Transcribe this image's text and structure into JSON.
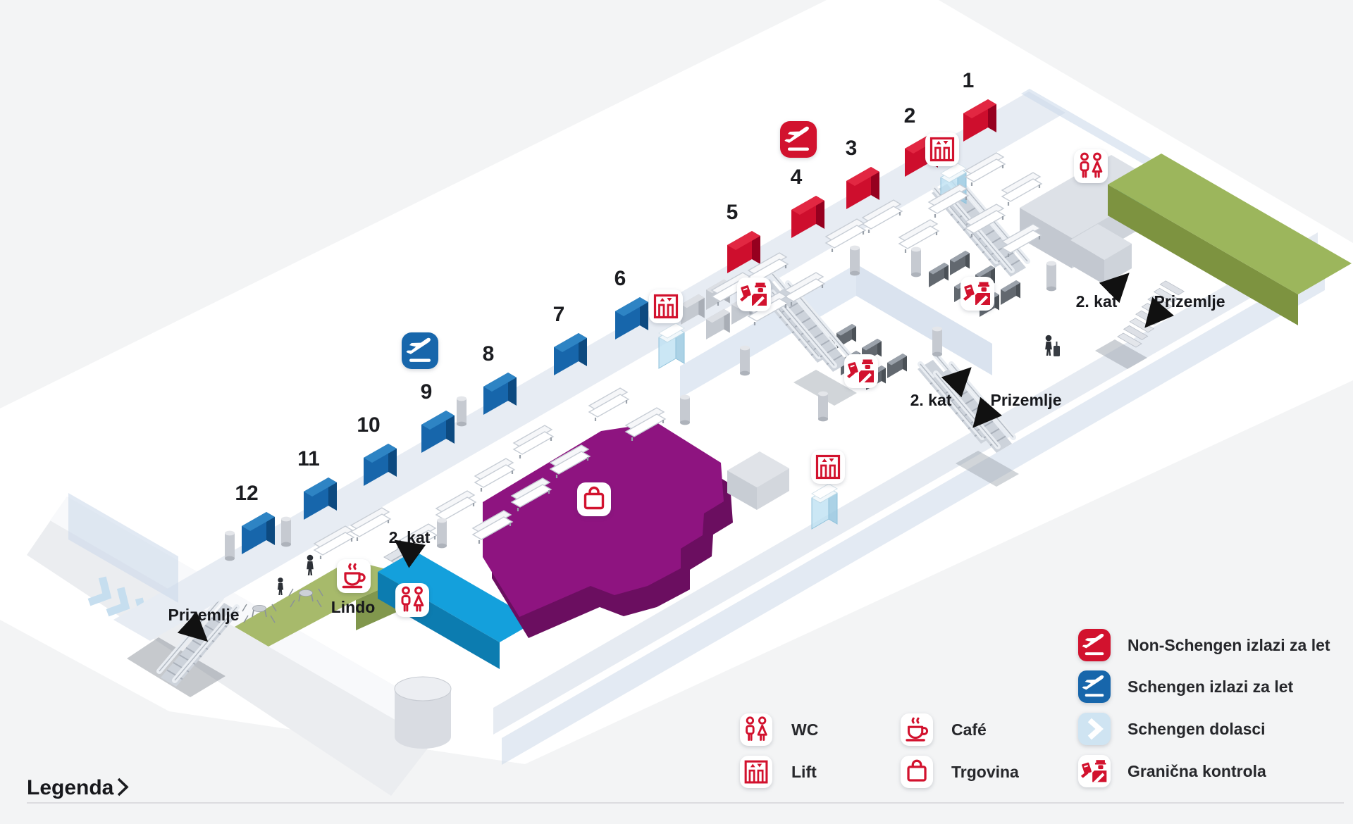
{
  "map": {
    "gates": [
      {
        "number": "1",
        "zone": "Non-Schengen"
      },
      {
        "number": "2",
        "zone": "Non-Schengen"
      },
      {
        "number": "3",
        "zone": "Non-Schengen"
      },
      {
        "number": "4",
        "zone": "Non-Schengen"
      },
      {
        "number": "5",
        "zone": "Non-Schengen"
      },
      {
        "number": "6",
        "zone": "Schengen"
      },
      {
        "number": "7",
        "zone": "Schengen"
      },
      {
        "number": "8",
        "zone": "Schengen"
      },
      {
        "number": "9",
        "zone": "Schengen"
      },
      {
        "number": "10",
        "zone": "Schengen"
      },
      {
        "number": "11",
        "zone": "Schengen"
      },
      {
        "number": "12",
        "zone": "Schengen"
      }
    ],
    "labels": {
      "second_floor": "2. kat",
      "ground_floor": "Prizemlje",
      "cafe_name": "Lindo"
    },
    "icons": {
      "plane_red": "departures-non-schengen",
      "plane_blue": "departures-schengen",
      "wc": "toilets",
      "lift": "elevator",
      "passport": "border-control",
      "cafe": "coffee",
      "bag": "shop"
    }
  },
  "legend": {
    "title": "Legenda",
    "chevron": "›",
    "facility_items": [
      {
        "id": "wc",
        "label": "WC"
      },
      {
        "id": "lift",
        "label": "Lift"
      },
      {
        "id": "cafe",
        "label": "Café"
      },
      {
        "id": "shop",
        "label": "Trgovina"
      }
    ],
    "zone_items": [
      {
        "id": "non-schengen-departures",
        "label": "Non-Schengen izlazi za let",
        "color": "#d2122e"
      },
      {
        "id": "schengen-departures",
        "label": "Schengen izlazi za let",
        "color": "#1766ab"
      },
      {
        "id": "schengen-arrivals",
        "label": "Schengen dolasci",
        "color": "#cfe4f2"
      },
      {
        "id": "border-control",
        "label": "Granična kontrola",
        "color": "#ffffff"
      }
    ]
  },
  "colors": {
    "background": "#f3f4f5",
    "non_schengen_red": "#d2122e",
    "schengen_blue": "#1766ab",
    "arrivals_light_blue": "#cfe4f2",
    "walkway_blue": "#14a0dc",
    "shop_purple": "#8e1480",
    "cafe_green": "#a7ba6b",
    "roof_green": "#9cb65c",
    "floor_band": "#e7ecf3"
  }
}
